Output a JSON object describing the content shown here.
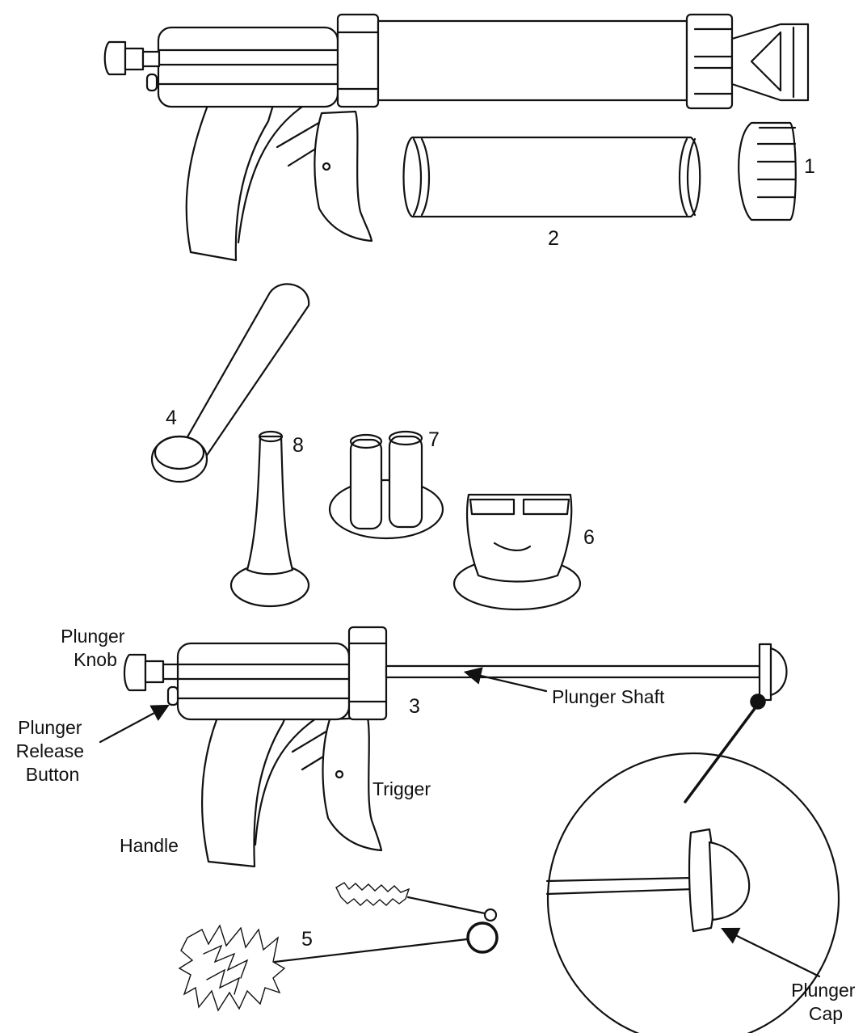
{
  "part_numbers": {
    "n1": "1",
    "n2": "2",
    "n3": "3",
    "n4": "4",
    "n5": "5",
    "n6": "6",
    "n7": "7",
    "n8": "8"
  },
  "callouts": {
    "plunger_knob": [
      "Plunger",
      "Knob"
    ],
    "plunger_release_button": [
      "Plunger",
      "Release",
      "Button"
    ],
    "plunger_shaft": "Plunger Shaft",
    "trigger": "Trigger",
    "handle": "Handle",
    "plunger_cap": [
      "Plunger",
      "Cap"
    ]
  },
  "colors": {
    "line": "#111111",
    "background": "#ffffff"
  }
}
